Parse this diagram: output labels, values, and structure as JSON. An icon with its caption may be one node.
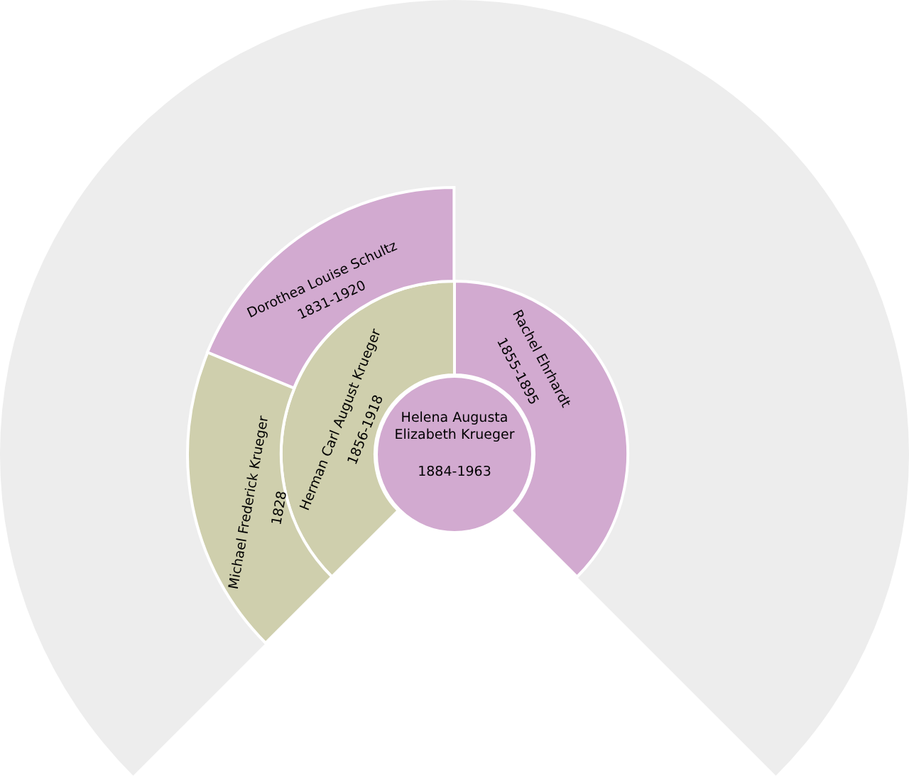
{
  "diagram": {
    "nodes": [
      {
        "text": [
          "Helena Augusta Elizabeth Krueger",
          "1884-1963"
        ]
      },
      {
        "text": [
          "Herman Carl August Krueger",
          "1856-1918"
        ]
      },
      {
        "text": [
          "Rachel Ehrhardt",
          "1855-1895"
        ]
      },
      {
        "text": [
          "Michael Frederick Krueger",
          "1828"
        ]
      },
      {
        "text": [
          "Dorothea Louise Schultz",
          "1831-1920"
        ]
      }
    ]
  }
}
